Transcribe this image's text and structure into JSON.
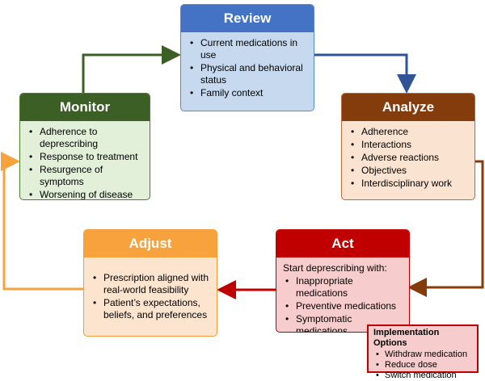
{
  "review": {
    "title": "Review",
    "items": [
      "Current medications in use",
      "Physical and behavioral status",
      "Family context"
    ]
  },
  "analyze": {
    "title": "Analyze",
    "items": [
      "Adherence",
      "Interactions",
      "Adverse reactions",
      "Objectives",
      "Interdisciplinary work"
    ]
  },
  "act": {
    "title": "Act",
    "intro": "Start deprescribing with:",
    "items": [
      "Inappropriate medications",
      "Preventive medications",
      "Symptomatic medications"
    ]
  },
  "adjust": {
    "title": "Adjust",
    "items": [
      "Prescription aligned with real-world feasibility",
      "Patient’s expectations, beliefs, and preferences"
    ]
  },
  "monitor": {
    "title": "Monitor",
    "items": [
      "Adherence to deprescribing",
      "Response to treatment",
      "Resurgence of symptoms",
      "Worsening of disease"
    ]
  },
  "implementation": {
    "title": "Implementation Options",
    "items": [
      "Withdraw medication",
      "Reduce dose",
      "Switch medication"
    ]
  },
  "colors": {
    "review": "#4472c4",
    "analyze": "#843c0c",
    "act": "#c00000",
    "adjust": "#f7a23c",
    "monitor": "#3b5f24"
  }
}
